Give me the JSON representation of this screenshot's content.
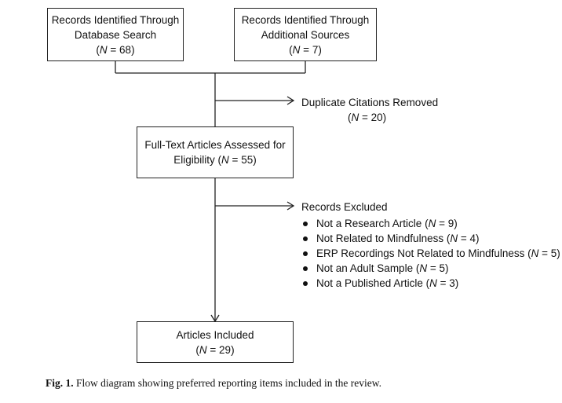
{
  "n_label": "N",
  "boxes": {
    "database": {
      "line1": "Records Identified Through",
      "line2": "Database Search",
      "n": "68"
    },
    "additional": {
      "line1": "Records Identified Through",
      "line2": "Additional Sources",
      "n": "7"
    },
    "fulltext": {
      "line1": "Full-Text Articles Assessed for",
      "line2": "Eligibility",
      "n": "55"
    },
    "included": {
      "line1": "Articles Included",
      "n": "29"
    }
  },
  "duplicates": {
    "label": "Duplicate Citations Removed",
    "n": "20"
  },
  "excluded": {
    "title": "Records Excluded",
    "items": [
      {
        "label": "Not a Research Article",
        "n": "9"
      },
      {
        "label": "Not Related to Mindfulness",
        "n": "4"
      },
      {
        "label": "ERP Recordings Not Related to Mindfulness",
        "n": "5"
      },
      {
        "label": "Not an Adult Sample",
        "n": "5"
      },
      {
        "label": "Not a Published Article",
        "n": "3"
      }
    ]
  },
  "caption": {
    "label": "Fig. 1.",
    "text": "Flow diagram showing preferred reporting items included in the review."
  }
}
